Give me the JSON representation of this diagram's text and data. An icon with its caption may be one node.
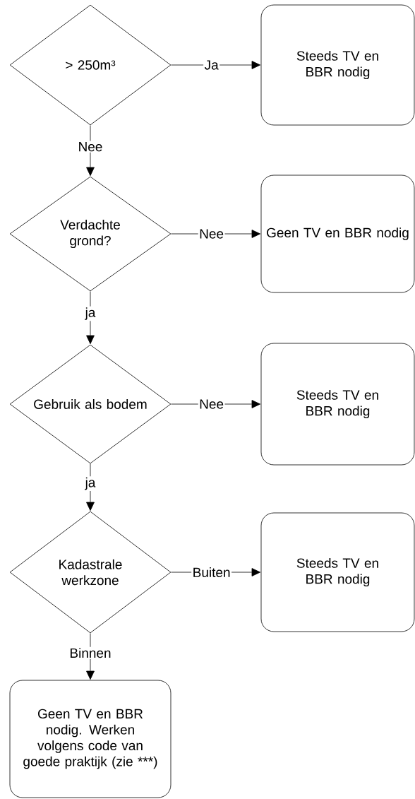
{
  "diagram": {
    "nodes": [
      {
        "text": [
          "> 250m³"
        ]
      },
      {
        "text": [
          "Steeds TV en BBR nodig"
        ]
      },
      {
        "text": [
          "Verdachte grond?"
        ]
      },
      {
        "text": [
          "Geen TV en BBR nodig"
        ]
      },
      {
        "text": [
          "Gebruik als bodem"
        ]
      },
      {
        "text": [
          "Steeds TV en BBR nodig"
        ]
      },
      {
        "text": [
          "Kadastrale werkzone"
        ]
      },
      {
        "text": [
          "Steeds TV en BBR nodig"
        ]
      },
      {
        "text": [
          "Geen TV en BBR nodig. Werken volgens code van goede praktijk (zie ***)"
        ]
      }
    ],
    "edges": [
      {
        "from": 0,
        "to": 1,
        "arrow": "to",
        "label": "Ja"
      },
      {
        "from": 0,
        "to": 2,
        "arrow": "to",
        "label": "Nee"
      },
      {
        "from": 2,
        "to": 3,
        "arrow": "to",
        "label": "Nee"
      },
      {
        "from": 2,
        "to": 4,
        "arrow": "to",
        "label": "ja"
      },
      {
        "from": 4,
        "to": 5,
        "arrow": "to",
        "label": "Nee"
      },
      {
        "from": 4,
        "to": 6,
        "arrow": "to",
        "label": "ja"
      },
      {
        "from": 6,
        "to": 7,
        "arrow": "to",
        "label": "Buiten"
      },
      {
        "from": 6,
        "to": 8,
        "arrow": "to",
        "label": "Binnen"
      }
    ]
  }
}
